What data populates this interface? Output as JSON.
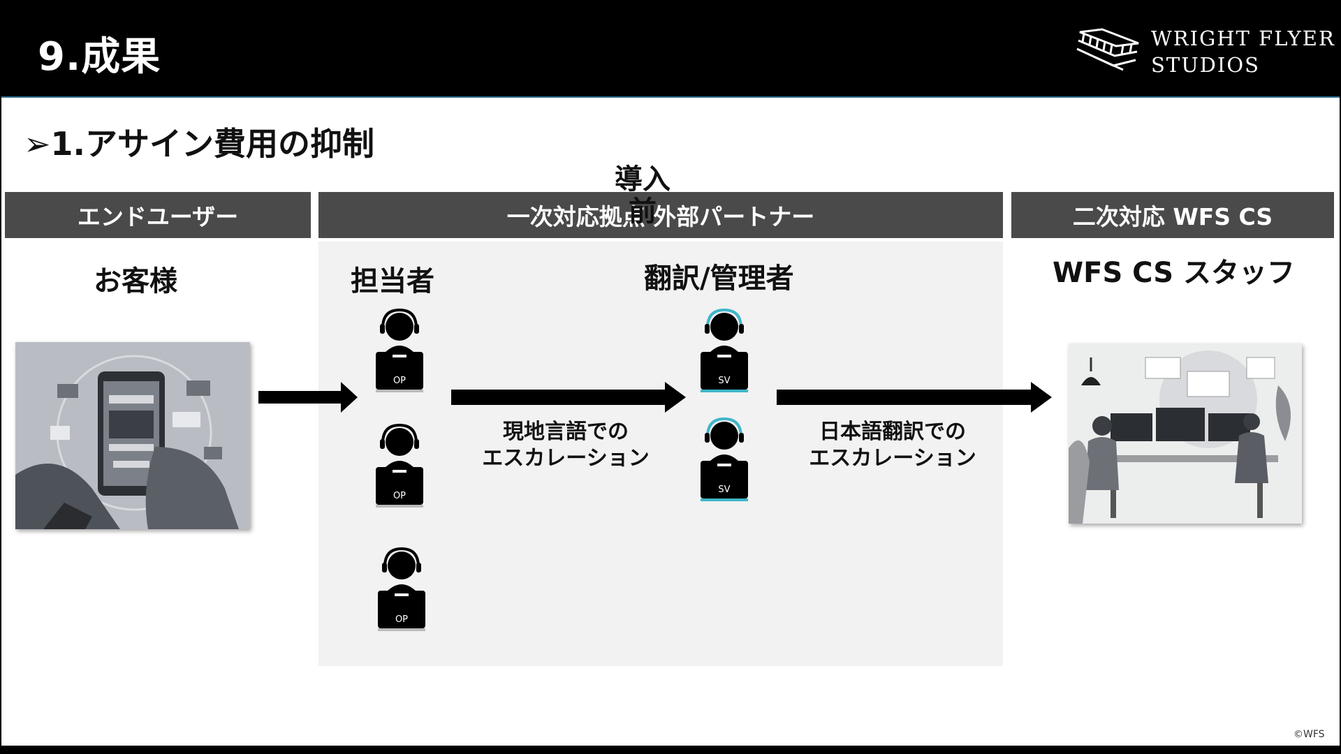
{
  "header": {
    "title": "9.成果",
    "logo_line1": "WRIGHT FLYER",
    "logo_line2": "STUDIOS"
  },
  "section_title": "➢1.アサイン費用の抑制",
  "intro_label": "導入前",
  "columns": {
    "end_user": "エンドユーザー",
    "primary": "一次対応拠点 外部パートナー",
    "secondary": "二次対応 WFS CS"
  },
  "labels": {
    "customer": "お客様",
    "operator": "担当者",
    "supervisor": "翻訳/管理者",
    "wfs_staff": "WFS CS スタッフ"
  },
  "captions": {
    "local_line1": "現地言語での",
    "local_line2": "エスカレーション",
    "jp_line1": "日本語翻訳での",
    "jp_line2": "エスカレーション"
  },
  "badges": {
    "op": "OP",
    "sv": "SV"
  },
  "icons": [
    "headset-operator-icon",
    "arrow-right-icon",
    "logo-icon"
  ],
  "colors": {
    "header_bg": "#000000",
    "column_header_bg": "#4a4a4a",
    "panel_bg": "#f2f2f2",
    "sv_accent": "#3fb6c9"
  },
  "footer": {
    "copyright": "©WFS"
  }
}
